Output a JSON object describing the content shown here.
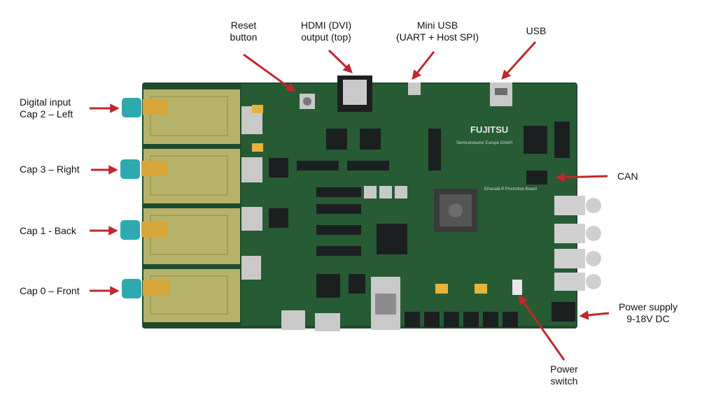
{
  "colors": {
    "arrow": "#c0282d",
    "pcb_dark": "#1f4a2c",
    "pcb_mid": "#2d6a3c",
    "daughter_board": "#b6b26a",
    "connector_teal": "#2fa9b0",
    "connector_gold": "#d7a63a",
    "chip": "#1c1f1f",
    "silver": "#c9c9c9",
    "yellow_cap": "#e8b33a",
    "bnc_silver": "#cfcfcf"
  },
  "labels": {
    "reset": [
      "Reset",
      "button"
    ],
    "hdmi": [
      "HDMI (DVI)",
      "output (top)"
    ],
    "miniusb": [
      "Mini USB",
      "(UART + Host SPI)"
    ],
    "usb": [
      "USB"
    ],
    "can": [
      "CAN"
    ],
    "power_supply": [
      "Power supply",
      "9-18V DC"
    ],
    "power_switch": [
      "Power",
      "switch"
    ],
    "cap2": [
      "Digital input",
      "Cap 2 – Left"
    ],
    "cap3": [
      "Cap 3 – Right"
    ],
    "cap1": [
      "Cap 1 -  Back"
    ],
    "cap0": [
      "Cap 0 – Front"
    ]
  },
  "board": {
    "logo": "FUJITSU",
    "logo_sub": "Semiconductor Europe GmbH",
    "name": "Emerald-P Promotion Board"
  }
}
